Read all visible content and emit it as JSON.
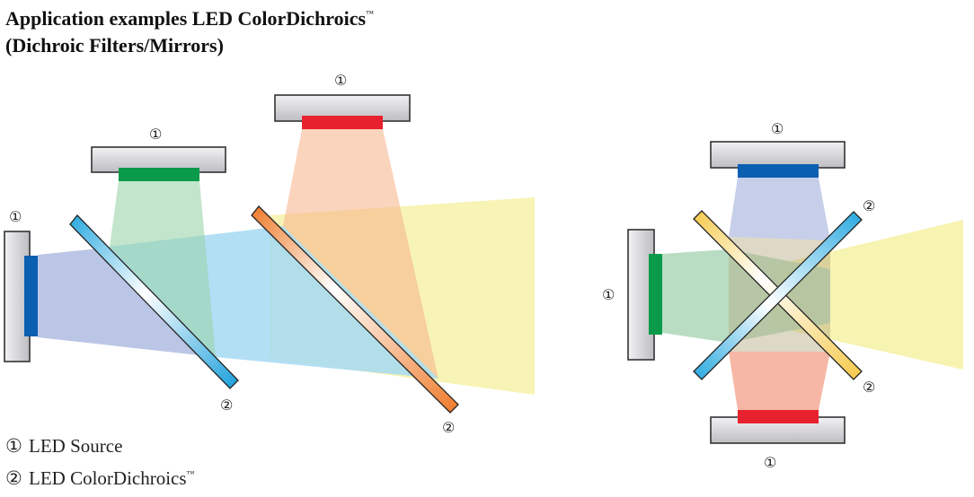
{
  "title": {
    "line1": "Application examples LED ColorDichroics",
    "line1_tm": "™",
    "line2": "(Dichroic Filters/Mirrors)"
  },
  "markers": {
    "source": "①",
    "dichroic": "②"
  },
  "legend": [
    {
      "num": "①",
      "text": "LED Source",
      "tm": ""
    },
    {
      "num": "②",
      "text": "LED ColorDichroics",
      "tm": "™"
    }
  ],
  "colors": {
    "led_blue": "#0a5fb0",
    "led_green": "#0a9a4a",
    "led_red": "#e8212e",
    "housing": "#d9d9dc",
    "filter_blue": "#29a9e0",
    "filter_orange": "#ee7a2a",
    "filter_yellow": "#f6c94a"
  }
}
